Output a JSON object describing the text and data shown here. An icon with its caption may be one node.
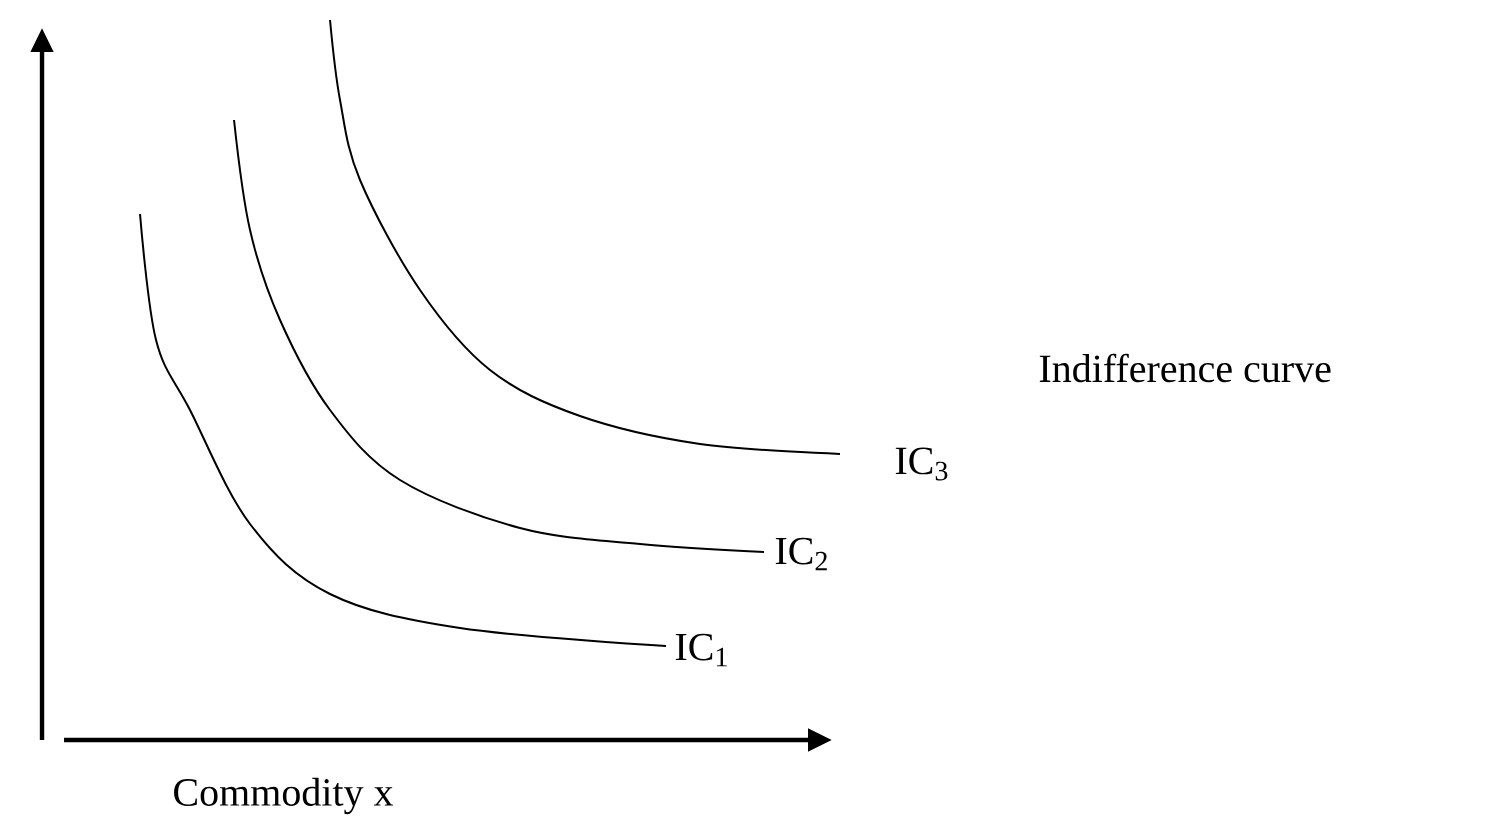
{
  "diagram": {
    "labels": [
      "Indifference curve",
      "IC$_{3}$",
      "IC$_{2}$",
      "IC$_{1}$",
      "Commodity x"
    ]
  }
}
